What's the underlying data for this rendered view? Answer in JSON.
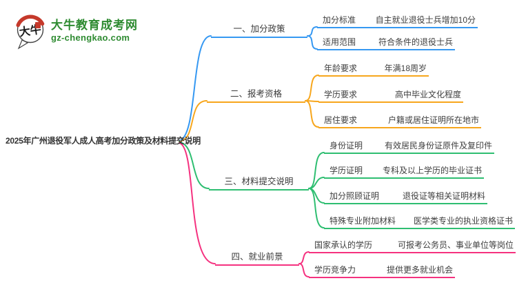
{
  "logo": {
    "icon_text": "大牛",
    "site_name": "大牛教育成考网",
    "site_url": "gz-chengkao.com",
    "green": "#2e8b31",
    "red": "#c5392b"
  },
  "root": {
    "label": "2025年广州退役军人成人高考加分政策及材料提交说明"
  },
  "branches": [
    {
      "label": "一、加分政策",
      "color": "#3598f2",
      "children": [
        {
          "label": "加分标准",
          "value": "自主就业退役士兵增加10分"
        },
        {
          "label": "适用范围",
          "value": "符合条件的退役士兵"
        }
      ]
    },
    {
      "label": "二、报考资格",
      "color": "#f7a61c",
      "children": [
        {
          "label": "年龄要求",
          "value": "年满18周岁"
        },
        {
          "label": "学历要求",
          "value": "高中毕业文化程度"
        },
        {
          "label": "居住要求",
          "value": "户籍或居住证明所在地市"
        }
      ]
    },
    {
      "label": "三、材料提交说明",
      "color": "#2ebe71",
      "children": [
        {
          "label": "身份证明",
          "value": "有效居民身份证原件及复印件"
        },
        {
          "label": "学历证明",
          "value": "专科及以上学历的毕业证书"
        },
        {
          "label": "加分照顾证明",
          "value": "退役证等相关证明材料"
        },
        {
          "label": "特殊专业附加材料",
          "value": "医学类专业的执业资格证书"
        }
      ]
    },
    {
      "label": "四、就业前景",
      "color": "#f5317f",
      "children": [
        {
          "label": "国家承认的学历",
          "value": "可报考公务员、事业单位等岗位"
        },
        {
          "label": "学历竞争力",
          "value": "提供更多就业机会"
        }
      ]
    }
  ]
}
